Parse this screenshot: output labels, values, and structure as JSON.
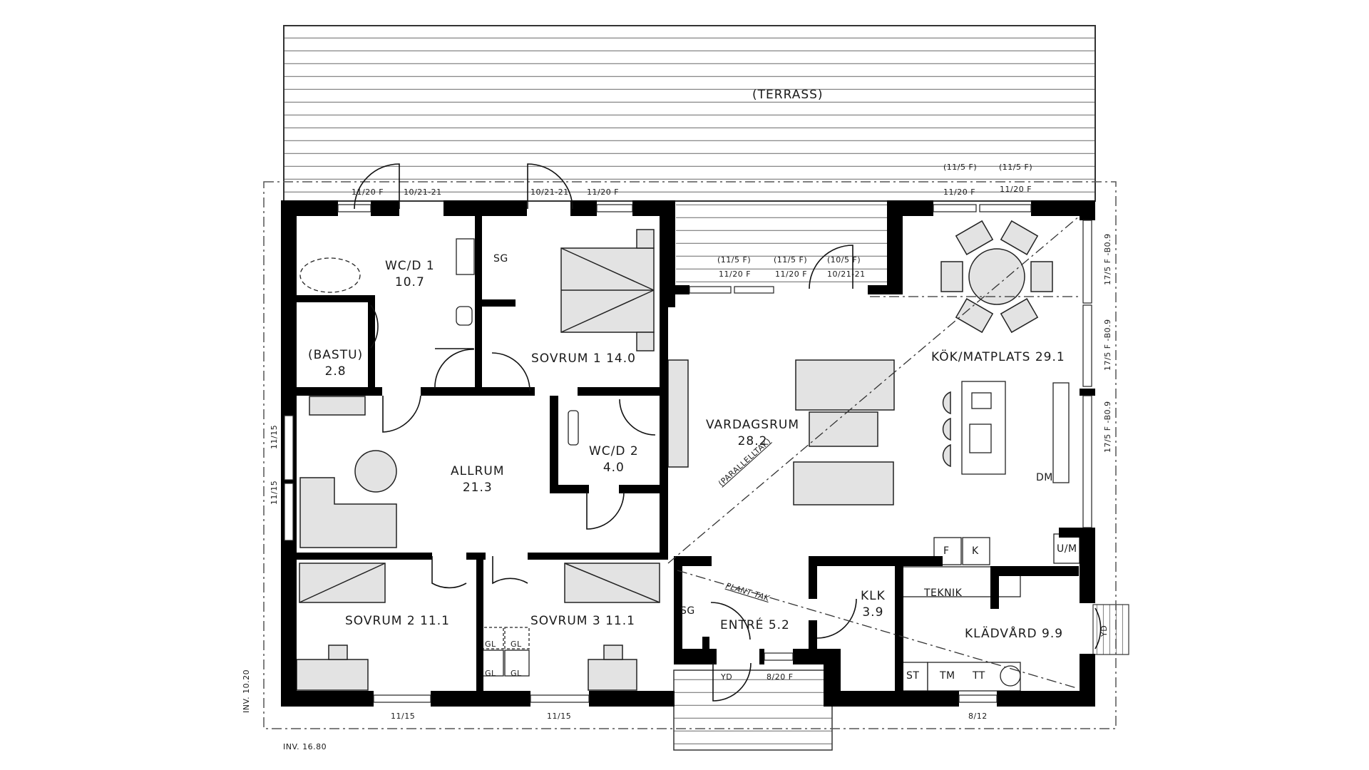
{
  "drawing": {
    "type": "floor-plan",
    "colors": {
      "wall": "#000000",
      "line": "#1a1a1a",
      "furniture": "#e3e3e3",
      "terrace_line": "#8a8a8a",
      "background": "#ffffff"
    }
  },
  "terrace": {
    "label": "(TERRASS)"
  },
  "rooms": {
    "wcd1": {
      "name": "WC/D 1",
      "area": "10.7"
    },
    "bastu": {
      "name": "(BASTU)",
      "area": "2.8"
    },
    "sovrum1": {
      "name": "SOVRUM 1",
      "area": "14.0"
    },
    "allrum": {
      "name": "ALLRUM",
      "area": "21.3"
    },
    "wcd2": {
      "name": "WC/D 2",
      "area": "4.0"
    },
    "vardagsrum": {
      "name": "VARDAGSRUM",
      "area": "28.2"
    },
    "kok": {
      "name": "KÖK/MATPLATS",
      "area": "29.1"
    },
    "sovrum2": {
      "name": "SOVRUM 2",
      "area": "11.1"
    },
    "sovrum3": {
      "name": "SOVRUM 3",
      "area": "11.1"
    },
    "entre": {
      "name": "ENTRÉ",
      "area": "5.2"
    },
    "klk": {
      "name": "KLK",
      "area": "3.9"
    },
    "kladvard": {
      "name": "KLÄDVÅRD",
      "area": "9.9"
    },
    "teknik": {
      "name": "TEKNIK"
    }
  },
  "fixtures": {
    "sg1": "SG",
    "sg2": "SG",
    "gl": [
      "GL",
      "GL",
      "GL",
      "GL"
    ],
    "dm": "DM",
    "f": "F",
    "k": "K",
    "um": "U/M",
    "st": "ST",
    "tm": "TM",
    "tt": "TT",
    "yd_front": "YD",
    "yd_side": "YD"
  },
  "annotations": {
    "paralleltak": "(PARALLELLTAK)",
    "plant_tak": "PLANT TAK",
    "inv_vertical": "INV. 10.20",
    "inv_horizontal": "INV. 16.80"
  },
  "windows": {
    "top_left": "11/20 F",
    "door_left": "10/21-21",
    "door_mid": "10/21-21",
    "top_mid": "11/20 F",
    "recess_top": [
      "(11/5 F)",
      "(11/5 F)",
      "(10/5 F)"
    ],
    "recess_bottom": [
      "11/20 F",
      "11/20 F",
      "10/21-21"
    ],
    "kitchen_top_upper": [
      "(11/5 F)",
      "(11/5 F)"
    ],
    "kitchen_top_lower": [
      "11/20 F",
      "11/20 F"
    ],
    "right_side": [
      "17/5 F -B0.9",
      "17/5 F -B0.9",
      "17/5 F -B0.9"
    ],
    "left_side": [
      "11/15",
      "11/15"
    ],
    "bottom": [
      "11/15",
      "11/15",
      "8/12"
    ],
    "entry": "8/20 F"
  }
}
